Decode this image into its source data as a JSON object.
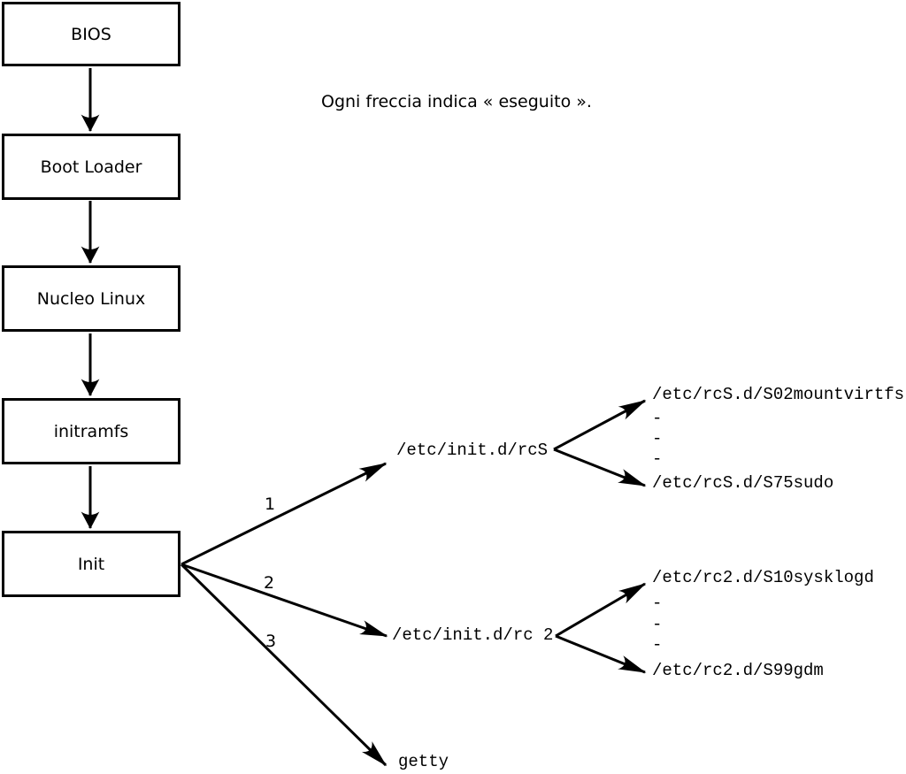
{
  "diagram": {
    "note": "Ogni freccia indica « eseguito ».",
    "boot_sequence": [
      {
        "label": "BIOS"
      },
      {
        "label": "Boot Loader"
      },
      {
        "label": "Nucleo Linux"
      },
      {
        "label": "initramfs"
      },
      {
        "label": "Init"
      }
    ],
    "init_branches": [
      {
        "order": "1",
        "target": "/etc/init.d/rcS"
      },
      {
        "order": "2",
        "target": "/etc/init.d/rc 2"
      },
      {
        "order": "3",
        "target": "getty"
      }
    ],
    "rcS_scripts": {
      "first": "/etc/rcS.d/S02mountvirtfs",
      "ellipsis": [
        "-",
        "-",
        "-"
      ],
      "last": "/etc/rcS.d/S75sudo"
    },
    "rc2_scripts": {
      "first": "/etc/rc2.d/S10sysklogd",
      "ellipsis": [
        "-",
        "-",
        "-"
      ],
      "last": "/etc/rc2.d/S99gdm"
    },
    "colors": {
      "line": "#000000",
      "background": "#ffffff"
    }
  }
}
